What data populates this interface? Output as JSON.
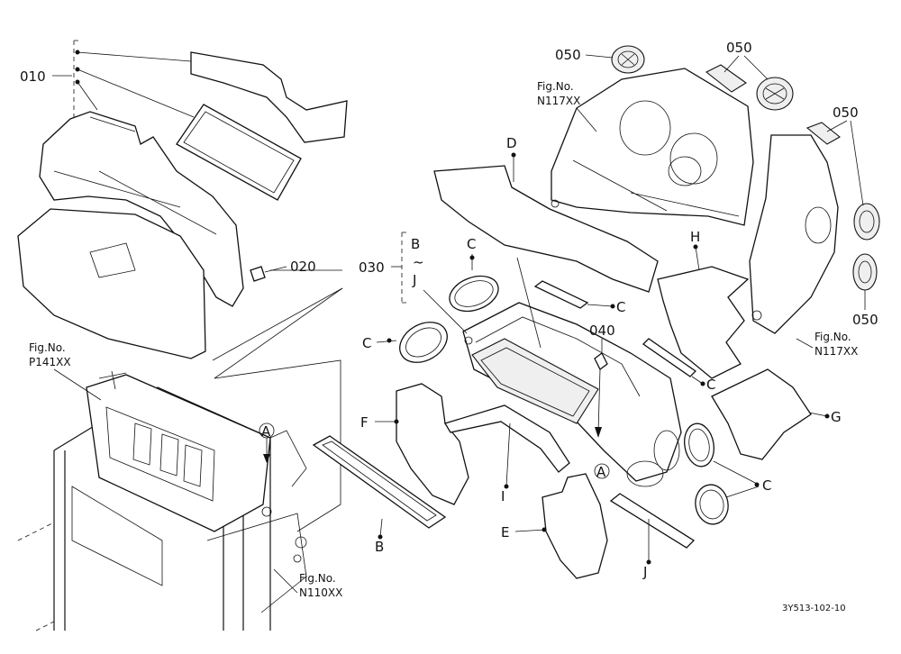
{
  "diagram": {
    "callouts": {
      "p010": "010",
      "p020": "020",
      "p030": "030",
      "p040": "040",
      "p050a": "050",
      "p050b": "050",
      "p050c": "050",
      "p050d": "050",
      "b_to_j_b": "B",
      "b_to_j_tilde": "~",
      "b_to_j_j": "J",
      "b": "B",
      "c1": "C",
      "c2": "C",
      "c3": "C",
      "c4": "C",
      "c5": "C",
      "d": "D",
      "e": "E",
      "f": "F",
      "g": "G",
      "h": "H",
      "i": "I",
      "j": "J",
      "a1": "A",
      "a2": "A"
    },
    "fig_refs": {
      "p141_label": "Fig.No.",
      "p141_code": "P141XX",
      "n117a_label": "Fig.No.",
      "n117a_code": "N117XX",
      "n117b_label": "Fig.No.",
      "n117b_code": "N117XX",
      "n110_label": "Fig.No.",
      "n110_code": "N110XX"
    },
    "drawing_code": "3Y513-102-10"
  }
}
